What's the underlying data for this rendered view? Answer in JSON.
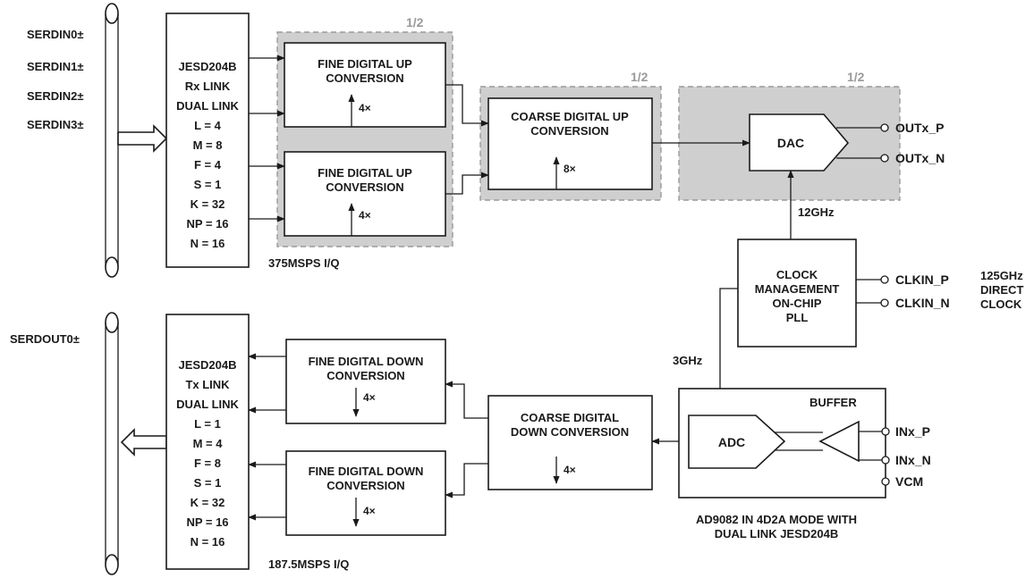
{
  "serdin": [
    "SERDIN0±",
    "SERDIN1±",
    "SERDIN2±",
    "SERDIN3±"
  ],
  "serdout": [
    "SERDOUT0±"
  ],
  "rx_block": [
    "JESD204B",
    "Rx LINK",
    "DUAL LINK",
    "L = 4",
    "M = 8",
    "F = 4",
    "S = 1",
    "K = 32",
    "NP = 16",
    "N = 16"
  ],
  "tx_block": [
    "JESD204B",
    "Tx LINK",
    "DUAL LINK",
    "L = 1",
    "M = 4",
    "F = 8",
    "S = 1",
    "K = 32",
    "NP = 16",
    "N = 16"
  ],
  "fduc": {
    "line1": "FINE DIGITAL UP",
    "line2": "CONVERSION",
    "factor": "4×"
  },
  "cduc": {
    "line1": "COARSE DIGITAL UP",
    "line2": "CONVERSION",
    "factor": "8×"
  },
  "fddc": {
    "line1": "FINE DIGITAL DOWN",
    "line2": "CONVERSION",
    "factor": "4×"
  },
  "cddc": {
    "line1": "COARSE DIGITAL",
    "line2": "DOWN CONVERSION",
    "factor": "4×"
  },
  "half_label": "1/2",
  "dac": "DAC",
  "adc": "ADC",
  "buffer": "BUFFER",
  "outputs": [
    "OUTx_P",
    "OUTx_N"
  ],
  "clock": [
    "CLOCK",
    "MANAGEMENT",
    "ON-CHIP",
    "PLL"
  ],
  "clkin": [
    "CLKIN_P",
    "CLKIN_N"
  ],
  "direct_clock": [
    "125GHz",
    "DIRECT",
    "CLOCK"
  ],
  "inputs": [
    "INx_P",
    "INx_N",
    "VCM"
  ],
  "freq_12": "12GHz",
  "freq_3": "3GHz",
  "rate_tx": "375MSPS I/Q",
  "rate_rx": "187.5MSPS I/Q",
  "caption": [
    "AD9082 IN 4D2A MODE WITH",
    "DUAL LINK JESD204B"
  ]
}
